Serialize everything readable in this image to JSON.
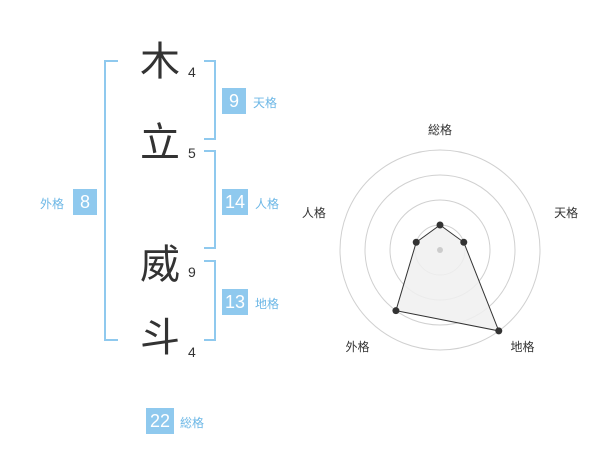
{
  "name_chars": [
    {
      "char": "木",
      "strokes": "4"
    },
    {
      "char": "立",
      "strokes": "5"
    },
    {
      "char": "威",
      "strokes": "9"
    },
    {
      "char": "斗",
      "strokes": "4"
    }
  ],
  "scores": {
    "tenkaku": {
      "value": "9",
      "label": "天格"
    },
    "jinkaku": {
      "value": "14",
      "label": "人格"
    },
    "chikaku": {
      "value": "13",
      "label": "地格"
    },
    "gaikaku": {
      "value": "8",
      "label": "外格"
    },
    "soukaku": {
      "value": "22",
      "label": "総格"
    }
  },
  "colors": {
    "accent": "#8fc9ee",
    "accent_text": "#6cb7e6",
    "kanji": "#333333",
    "radar_ring": "#d0d0d0",
    "radar_fill": "#f0f0f0",
    "radar_point": "#333333"
  },
  "chart_data": {
    "type": "radar",
    "axes": [
      "総格",
      "天格",
      "地格",
      "外格",
      "人格"
    ],
    "values": [
      1,
      1,
      4,
      3,
      1
    ],
    "range": [
      0,
      4
    ],
    "rings": 4,
    "grid": true
  }
}
